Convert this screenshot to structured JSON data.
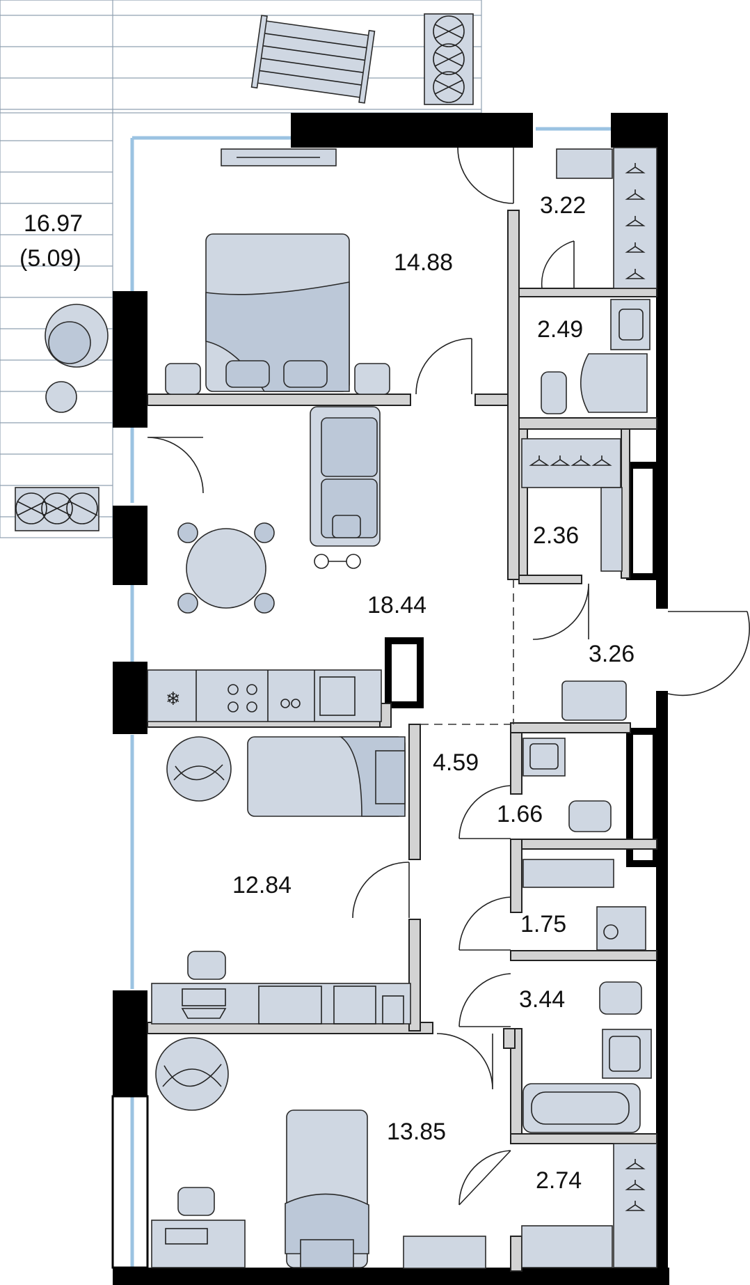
{
  "colors": {
    "wall": "#000000",
    "partition": "#d3d3d3",
    "furniture": "#cfd7e2",
    "window": "#9bc3e2"
  },
  "rooms": {
    "balcony": {
      "area": "16.97",
      "area_reduced": "(5.09)"
    },
    "bedroom_main": "14.88",
    "living_kitchen": "18.44",
    "bedroom_second": "12.84",
    "bedroom_third": "13.85",
    "closet_top": "3.22",
    "bathroom_top": "2.49",
    "closet_mid": "2.36",
    "hall_entrance": "3.26",
    "corridor": "4.59",
    "toilet": "1.66",
    "laundry": "1.75",
    "bathroom_bottom": "3.44",
    "closet_bottom": "2.74"
  },
  "icons": [
    "bed-icon",
    "sofa-icon",
    "dining-table-icon",
    "armchair-icon",
    "desk-icon",
    "kitchen-counter-icon",
    "bathtub-icon",
    "shower-icon",
    "toilet-icon",
    "sink-icon",
    "washing-machine-icon",
    "hanger-icon",
    "plant-icon",
    "sun-lounger-icon",
    "door-swing-icon"
  ]
}
